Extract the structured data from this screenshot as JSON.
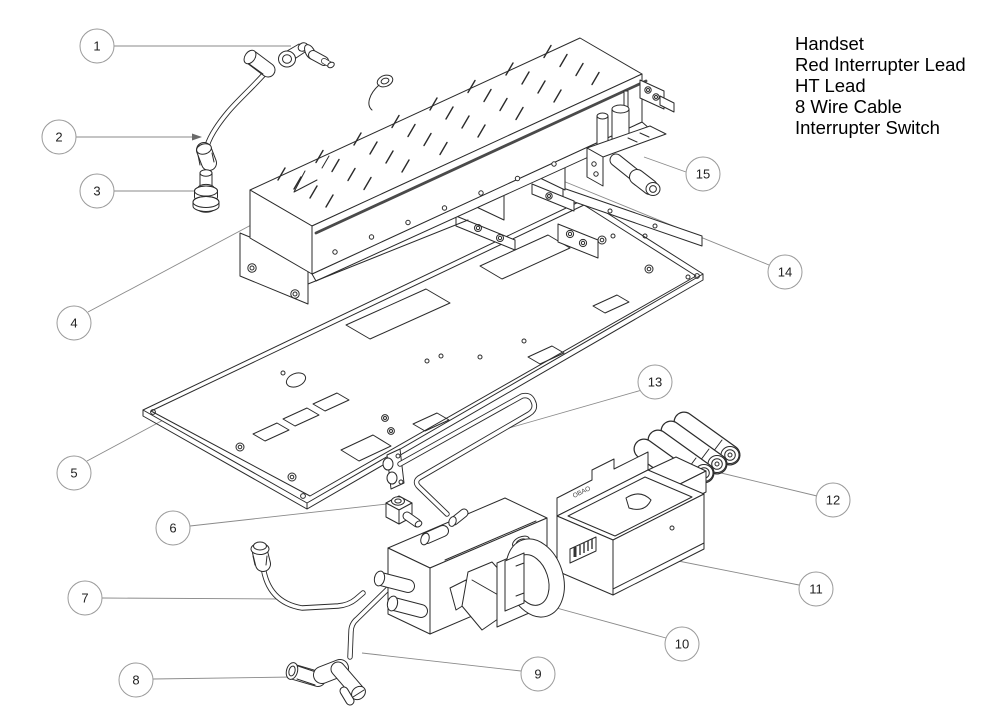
{
  "legend": {
    "items": [
      "Handset",
      "Red Interrupter Lead",
      "HT Lead",
      "8 Wire Cable",
      "Interrupter Switch"
    ]
  },
  "callouts": [
    {
      "label": "1"
    },
    {
      "label": "2"
    },
    {
      "label": "3"
    },
    {
      "label": "4"
    },
    {
      "label": "5"
    },
    {
      "label": "6"
    },
    {
      "label": "7"
    },
    {
      "label": "8"
    },
    {
      "label": "9"
    },
    {
      "label": "10"
    },
    {
      "label": "11"
    },
    {
      "label": "12"
    },
    {
      "label": "13"
    },
    {
      "label": "14"
    },
    {
      "label": "15"
    }
  ],
  "stamp": {
    "control_box": "OBAO"
  },
  "colors": {
    "line": "#2b2b2b",
    "leader": "#8a8a8a",
    "background": "#ffffff",
    "text": "#000000"
  }
}
